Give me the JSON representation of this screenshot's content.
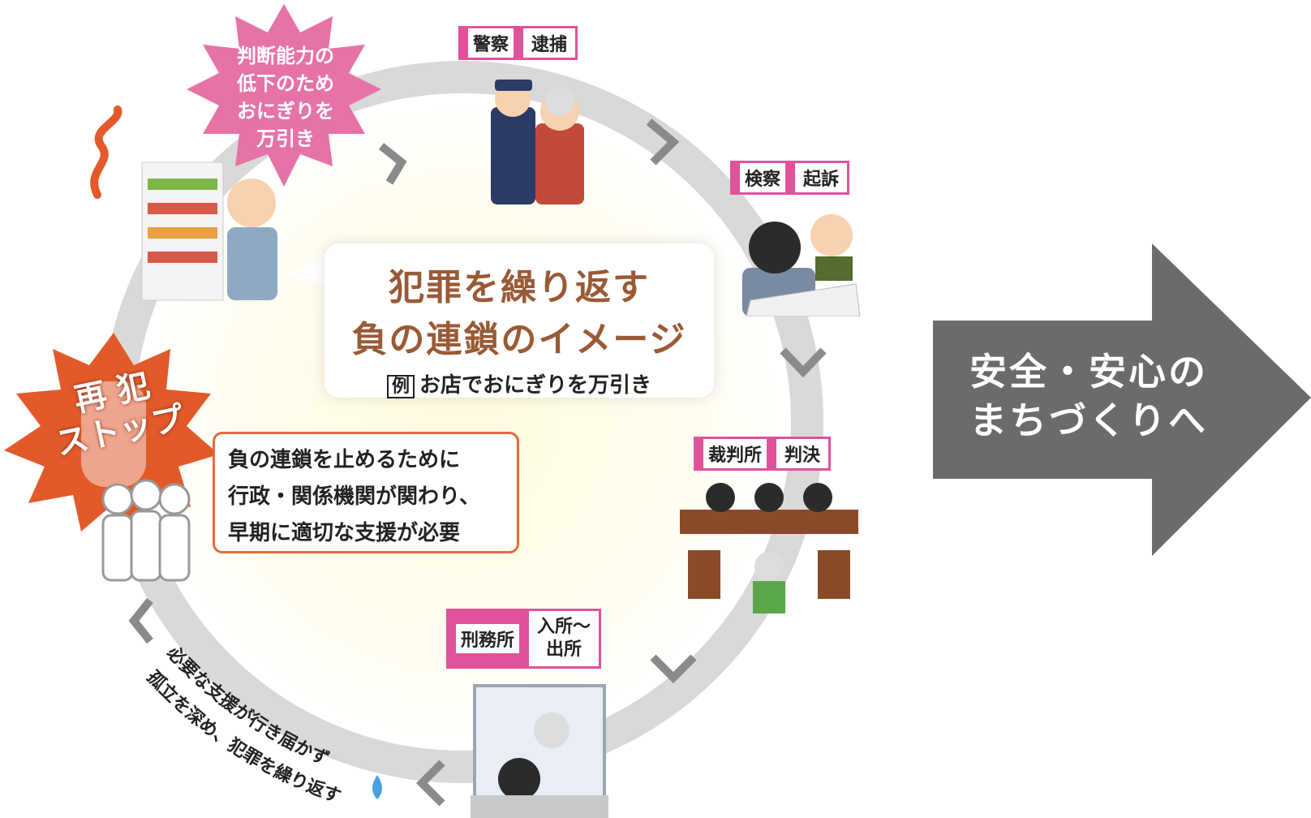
{
  "center": {
    "title_line1": "犯罪を繰り返す",
    "title_line2": "負の連鎖のイメージ",
    "example_mark": "例",
    "example_text": "お店でおにぎりを万引き"
  },
  "stages": {
    "arrest": {
      "org": "警察",
      "action": "逮捕"
    },
    "prosecution": {
      "org": "検察",
      "action": "起訴"
    },
    "trial": {
      "org": "裁判所",
      "action": "判決"
    },
    "prison": {
      "org": "刑務所",
      "action_line1": "入所〜",
      "action_line2": "出所"
    }
  },
  "burst": {
    "line1": "判断能力の",
    "line2": "低下のため",
    "line3": "おにぎりを",
    "line4": "万引き"
  },
  "stop_badge": {
    "line1": "再 犯",
    "line2": "ストップ"
  },
  "message": {
    "line1": "負の連鎖を止めるために",
    "line2": "行政・関係機関が関わり、",
    "line3": "早期に適切な支援が必要"
  },
  "arc_caption": {
    "line1": "必要な支援が行き届かず",
    "line2": "孤立を深め、犯罪を繰り返す"
  },
  "right_arrow": {
    "line1": "安全・安心の",
    "line2": "まちづくりへ"
  },
  "colors": {
    "pink_accent": "#e0529a",
    "orange_accent": "#e36a3f",
    "brown_title": "#9a5a36",
    "arrow_gray": "#6b6b6b",
    "ring_gray": "#d9d9d9"
  }
}
